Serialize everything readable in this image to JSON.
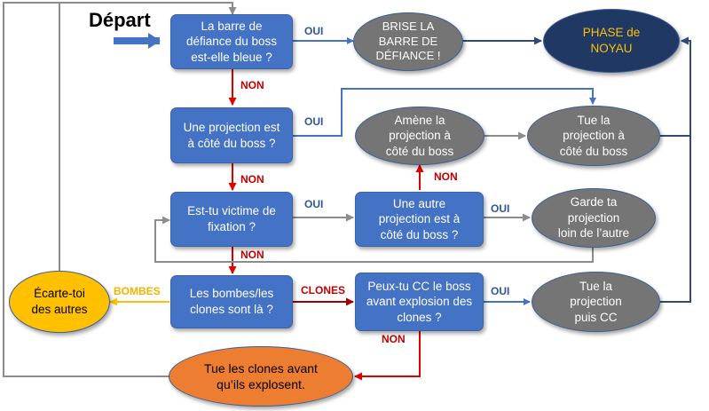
{
  "start_label": "Départ",
  "nodes": {
    "q_barre": "La barre de\ndéfiance du boss\nest-elle bleue ?",
    "brise": "BRISE LA\nBARRE DE\nDÉFIANCE !",
    "phase_noyau": "PHASE de\nNOYAU",
    "q_projection": "Une projection est\nà côté du boss ?",
    "amene": "Amène la\nprojection à\ncôté du boss",
    "tue_projection": "Tue la\nprojection à\ncôté du boss",
    "q_fixation": "Est-tu victime de\nfixation ?",
    "q_autre_projection": "Une autre\nprojection est à\ncôté du boss ?",
    "garde": "Garde ta\nprojection\nloin de l’autre",
    "q_bombes_clones": "Les bombes/les\nclones sont là ?",
    "ecarte": "Écarte-toi\ndes autres",
    "q_cc": "Peux-tu CC le boss\navant explosion des\nclones ?",
    "tue_cc": "Tue la\nprojection\npuis CC",
    "tue_clones": "Tue les clones avant\nqu’ils explosent."
  },
  "edge_labels": {
    "oui": "OUI",
    "non": "NON",
    "bombes": "BOMBES",
    "clones": "CLONES"
  },
  "colors": {
    "decision": "#4472c4",
    "action": "#757575",
    "phase": "#1f3864",
    "phase_text": "#ffc000",
    "dodge": "#ffc000",
    "kill_clones": "#ed7d31",
    "arrow_blue": "#4472c4",
    "arrow_navy": "#2f4a7a",
    "arrow_red": "#e00000",
    "arrow_gray": "#8c8c8c",
    "arrow_gold": "#ffc000",
    "arrow_darkred": "#a00000"
  }
}
